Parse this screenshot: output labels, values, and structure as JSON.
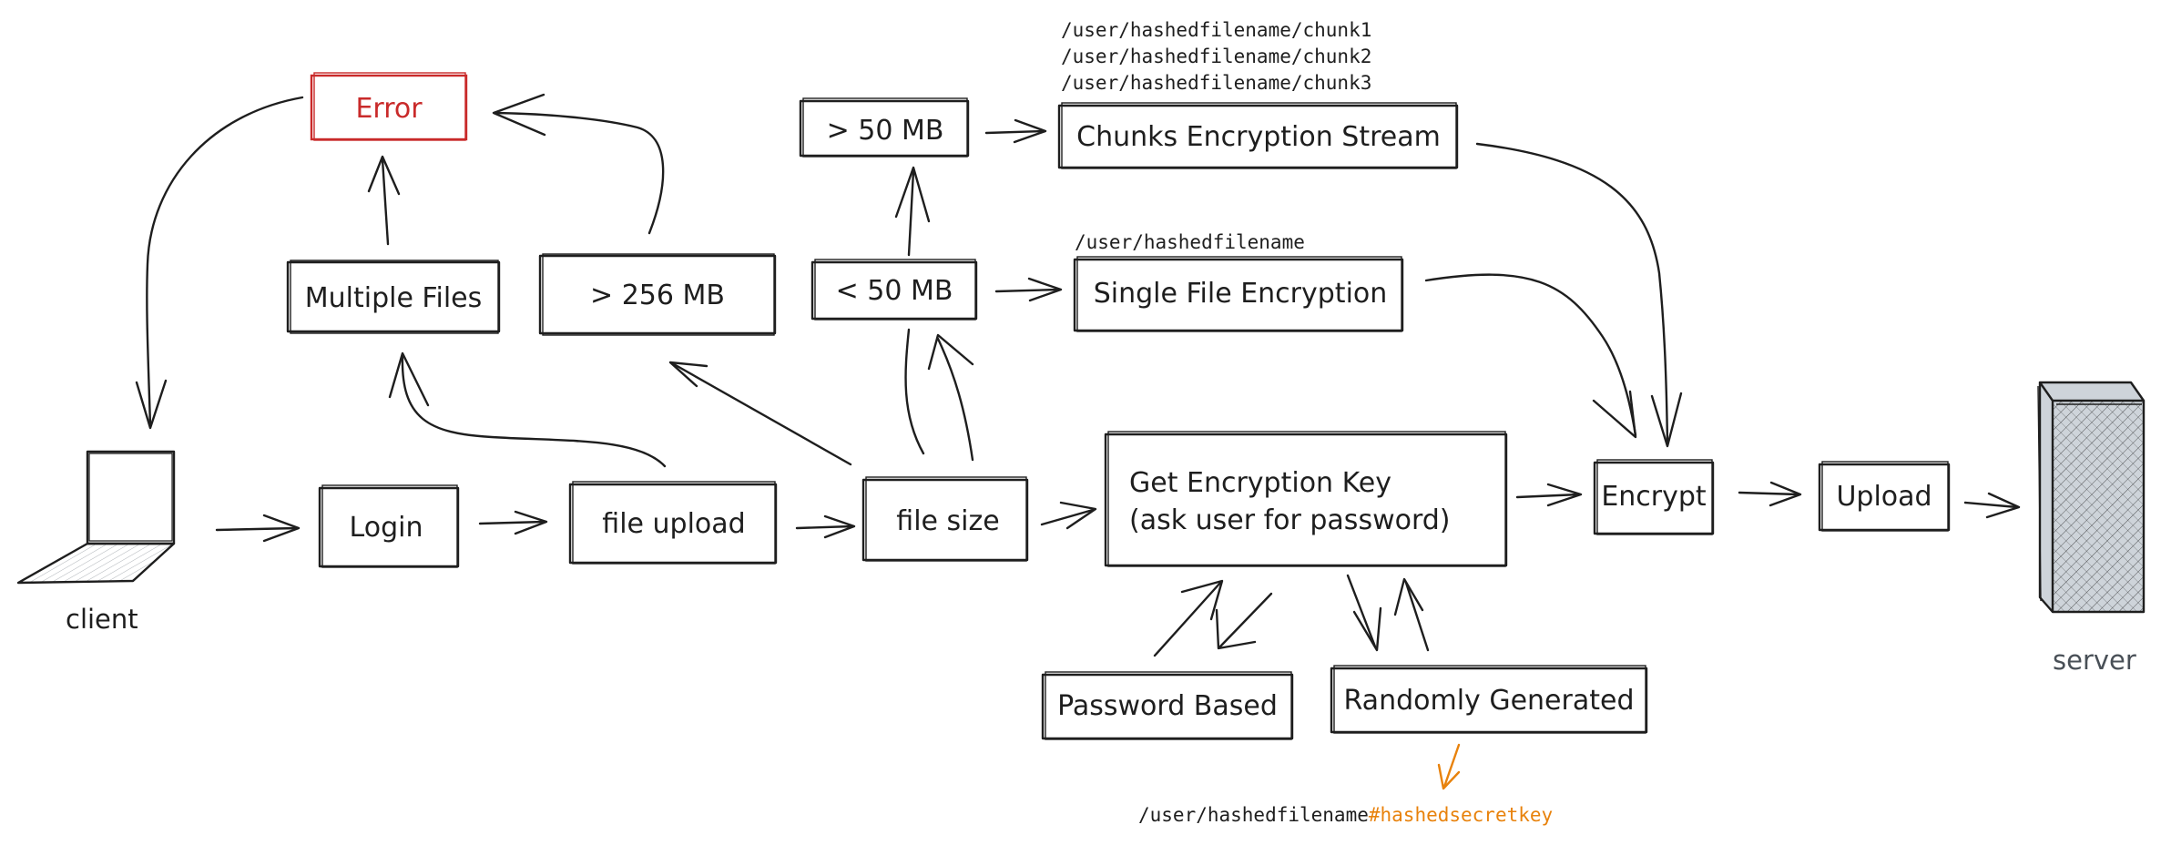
{
  "nodes": {
    "error": "Error",
    "multiple_files": "Multiple Files",
    "gt_256mb": "> 256 MB",
    "gt_50mb": "> 50 MB",
    "lt_50mb": "< 50 MB",
    "chunks_stream": "Chunks Encryption Stream",
    "single_file": "Single File Encryption",
    "login": "Login",
    "file_upload": "file upload",
    "file_size": "file size",
    "get_key_line1": "Get Encryption Key",
    "get_key_line2": "(ask user for password)",
    "encrypt": "Encrypt",
    "upload": "Upload",
    "password_based": "Password Based",
    "randomly_generated": "Randomly Generated"
  },
  "labels": {
    "client": "client",
    "server": "server",
    "chunk_path_1": "/user/hashedfilename/chunk1",
    "chunk_path_2": "/user/hashedfilename/chunk2",
    "chunk_path_3": "/user/hashedfilename/chunk3",
    "single_path": "/user/hashedfilename",
    "key_path_prefix": "/user/hashedfilename",
    "key_path_suffix": "#hashedsecretkey"
  },
  "colors": {
    "stroke": "#1e1e1e",
    "error": "#c92a2a",
    "accent": "#e8820c",
    "server_fill": "#ced4da"
  }
}
